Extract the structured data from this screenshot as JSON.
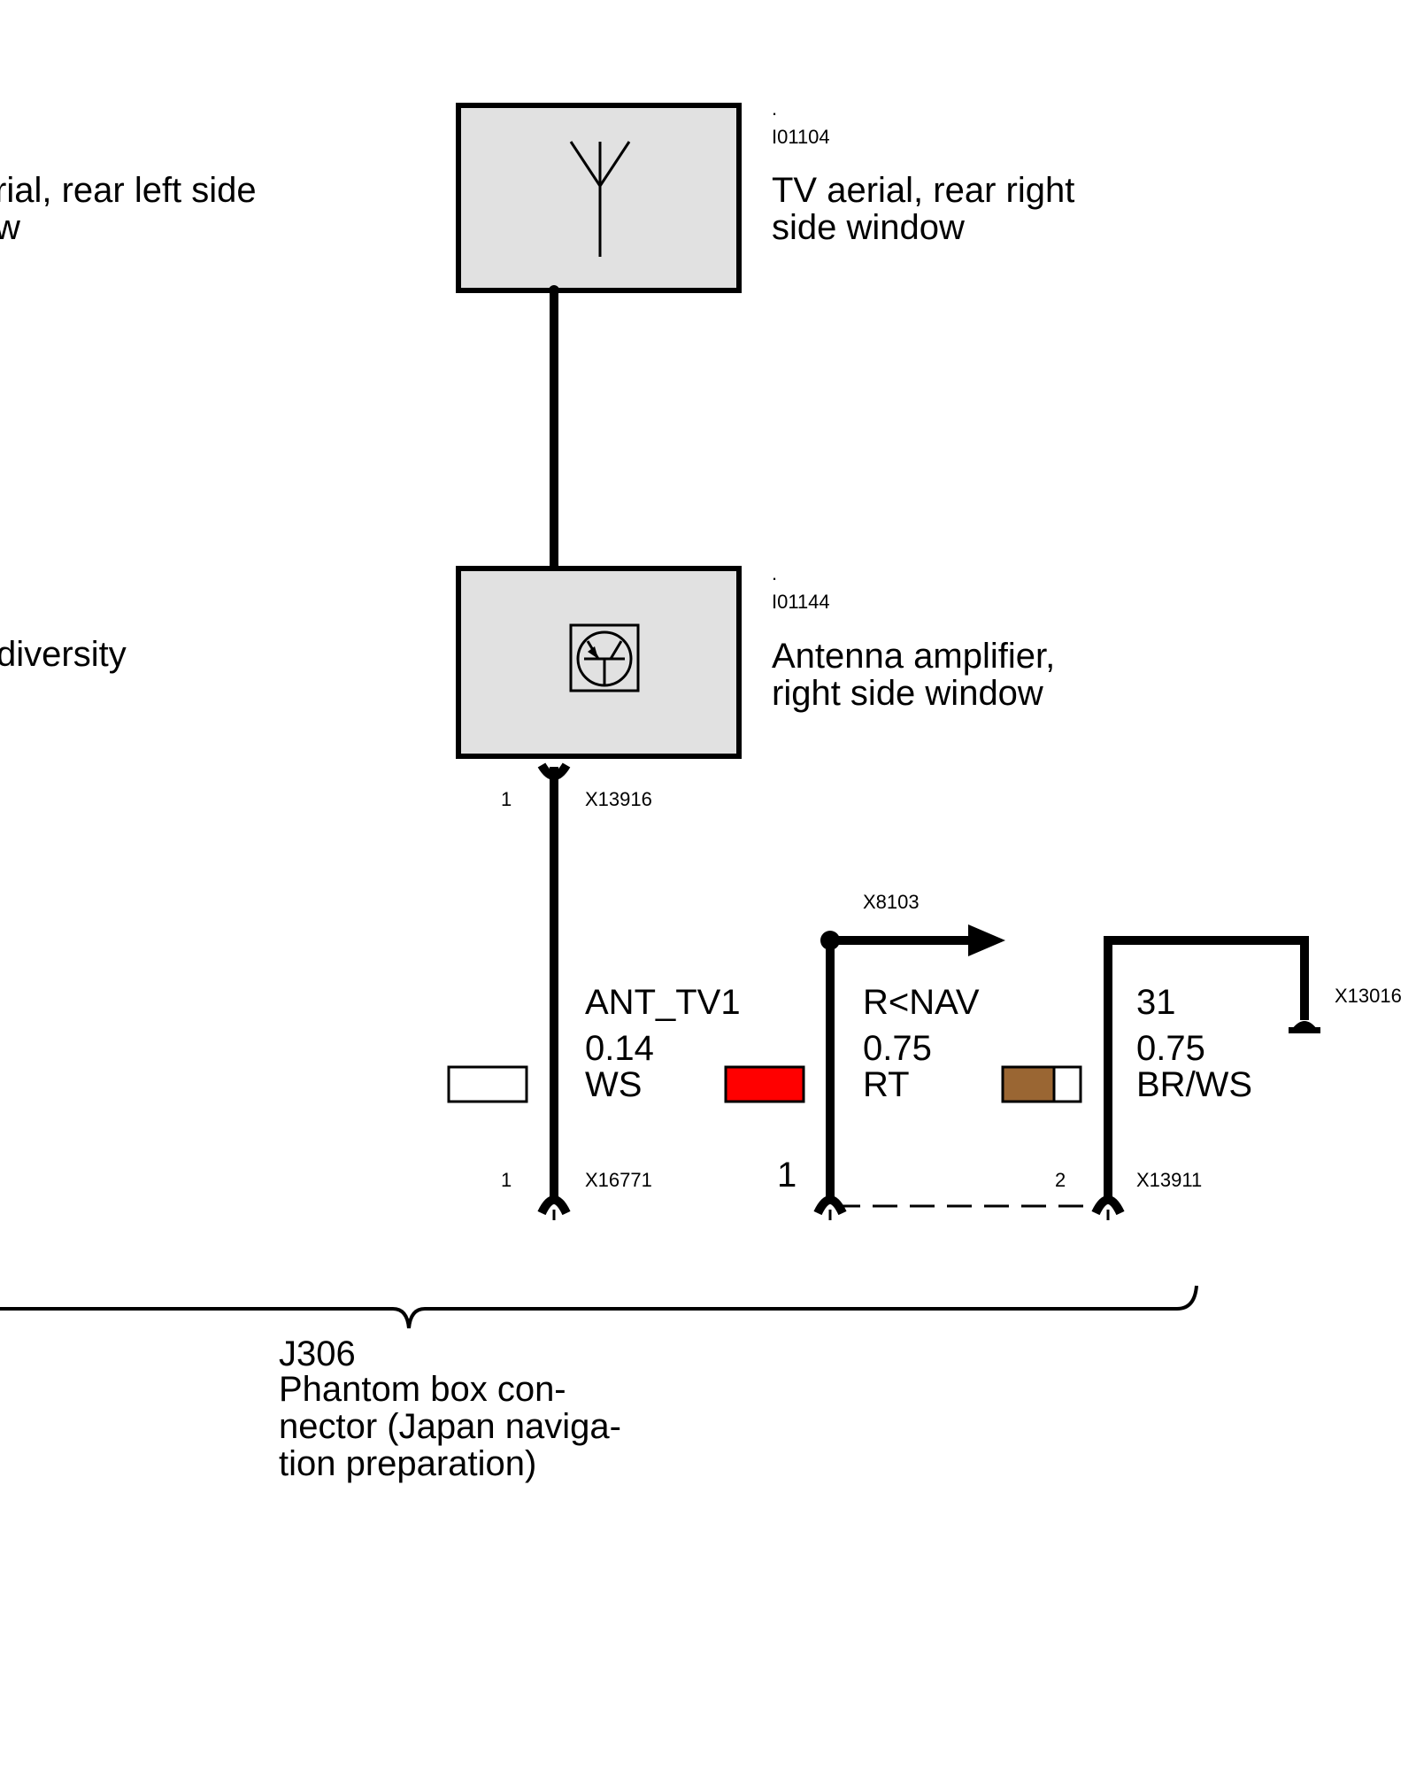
{
  "components": {
    "tv_aerial_left": {
      "description_lines": [
        "rial, rear left side",
        "w"
      ]
    },
    "diversity": {
      "description": "diversity"
    },
    "tv_aerial_right": {
      "dot": ".",
      "code": "I01104",
      "description_lines": [
        "TV aerial, rear right",
        "side window"
      ]
    },
    "antenna_amplifier": {
      "dot": ".",
      "code": "I01144",
      "description_lines": [
        "Antenna amplifier,",
        "right side window"
      ]
    }
  },
  "connectors": {
    "amp_output": {
      "name": "X13916",
      "pin": "1"
    },
    "x8103": {
      "name": "X8103"
    },
    "x13016": {
      "name": "X13016"
    },
    "x16771": {
      "name": "X16771",
      "pin": "1"
    },
    "nav_pin1": {
      "pin": "1"
    },
    "x13911": {
      "name": "X13911",
      "pin": "2"
    }
  },
  "wires": [
    {
      "signal": "ANT_TV1",
      "cross_section": "0.14",
      "color_code": "WS",
      "colors": [
        "#ffffff"
      ]
    },
    {
      "signal": "R<NAV",
      "cross_section": "0.75",
      "color_code": "RT",
      "colors": [
        "#ff0000"
      ]
    },
    {
      "signal": "31",
      "cross_section": "0.75",
      "color_code": "BR/WS",
      "colors": [
        "#9a6633",
        "#ffffff"
      ]
    }
  ],
  "connector_group": {
    "code": "J306",
    "description_lines": [
      "Phantom box con-",
      "nector (Japan naviga-",
      "tion preparation)"
    ]
  }
}
